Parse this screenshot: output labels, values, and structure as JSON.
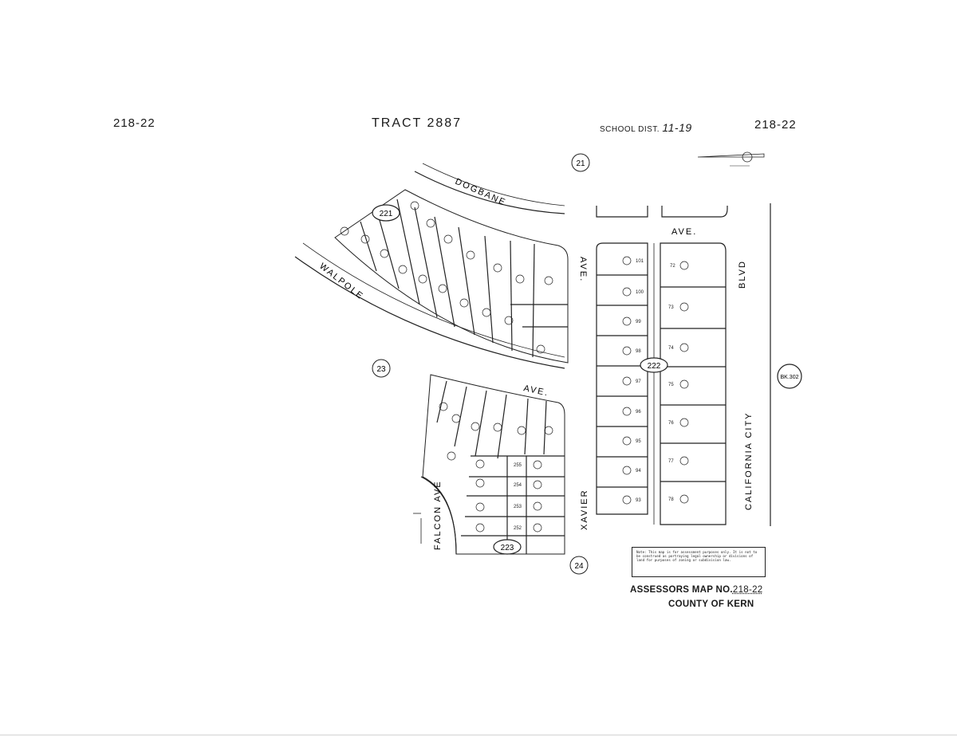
{
  "header": {
    "map_code_left": "218-22",
    "tract": "TRACT 2887",
    "school_dist_label": "SCHOOL DIST.",
    "school_dist_value": "11-19",
    "map_code_right": "218-22"
  },
  "circled_sheets": [
    "21",
    "23",
    "24"
  ],
  "block_labels": [
    "221",
    "222",
    "223"
  ],
  "book_ref": "BK.302",
  "streets": {
    "dogbane": "DOGBANE",
    "walpole": "WALPOLE",
    "ave_top": "AVE.",
    "ave_lower": "AVE.",
    "aver": "AVE.",
    "blvd": "BLVD",
    "california_city": "CALIFORNIA CITY",
    "xavier": "XAVIER",
    "falcon": "FALCON AVE"
  },
  "lots": {
    "block_222_left": [
      "101",
      "100",
      "99",
      "98",
      "97",
      "96",
      "95",
      "94",
      "93"
    ],
    "block_222_right": [
      "72",
      "73",
      "74",
      "75",
      "76",
      "77",
      "78"
    ],
    "block_223_right": [
      "255",
      "254",
      "253",
      "252"
    ]
  },
  "note": "Note: This map is for assessment purposes only. It is not to be construed as portraying legal ownership or divisions of land for purposes of zoning or subdivision law.",
  "footer": {
    "assessors_map": "ASSESSORS MAP NO.",
    "assessors_map_no": "218-22",
    "county": "COUNTY OF KERN"
  },
  "colors": {
    "ink": "#1a1a1a",
    "paper": "#ffffff",
    "faint": "#d6d6d6"
  }
}
